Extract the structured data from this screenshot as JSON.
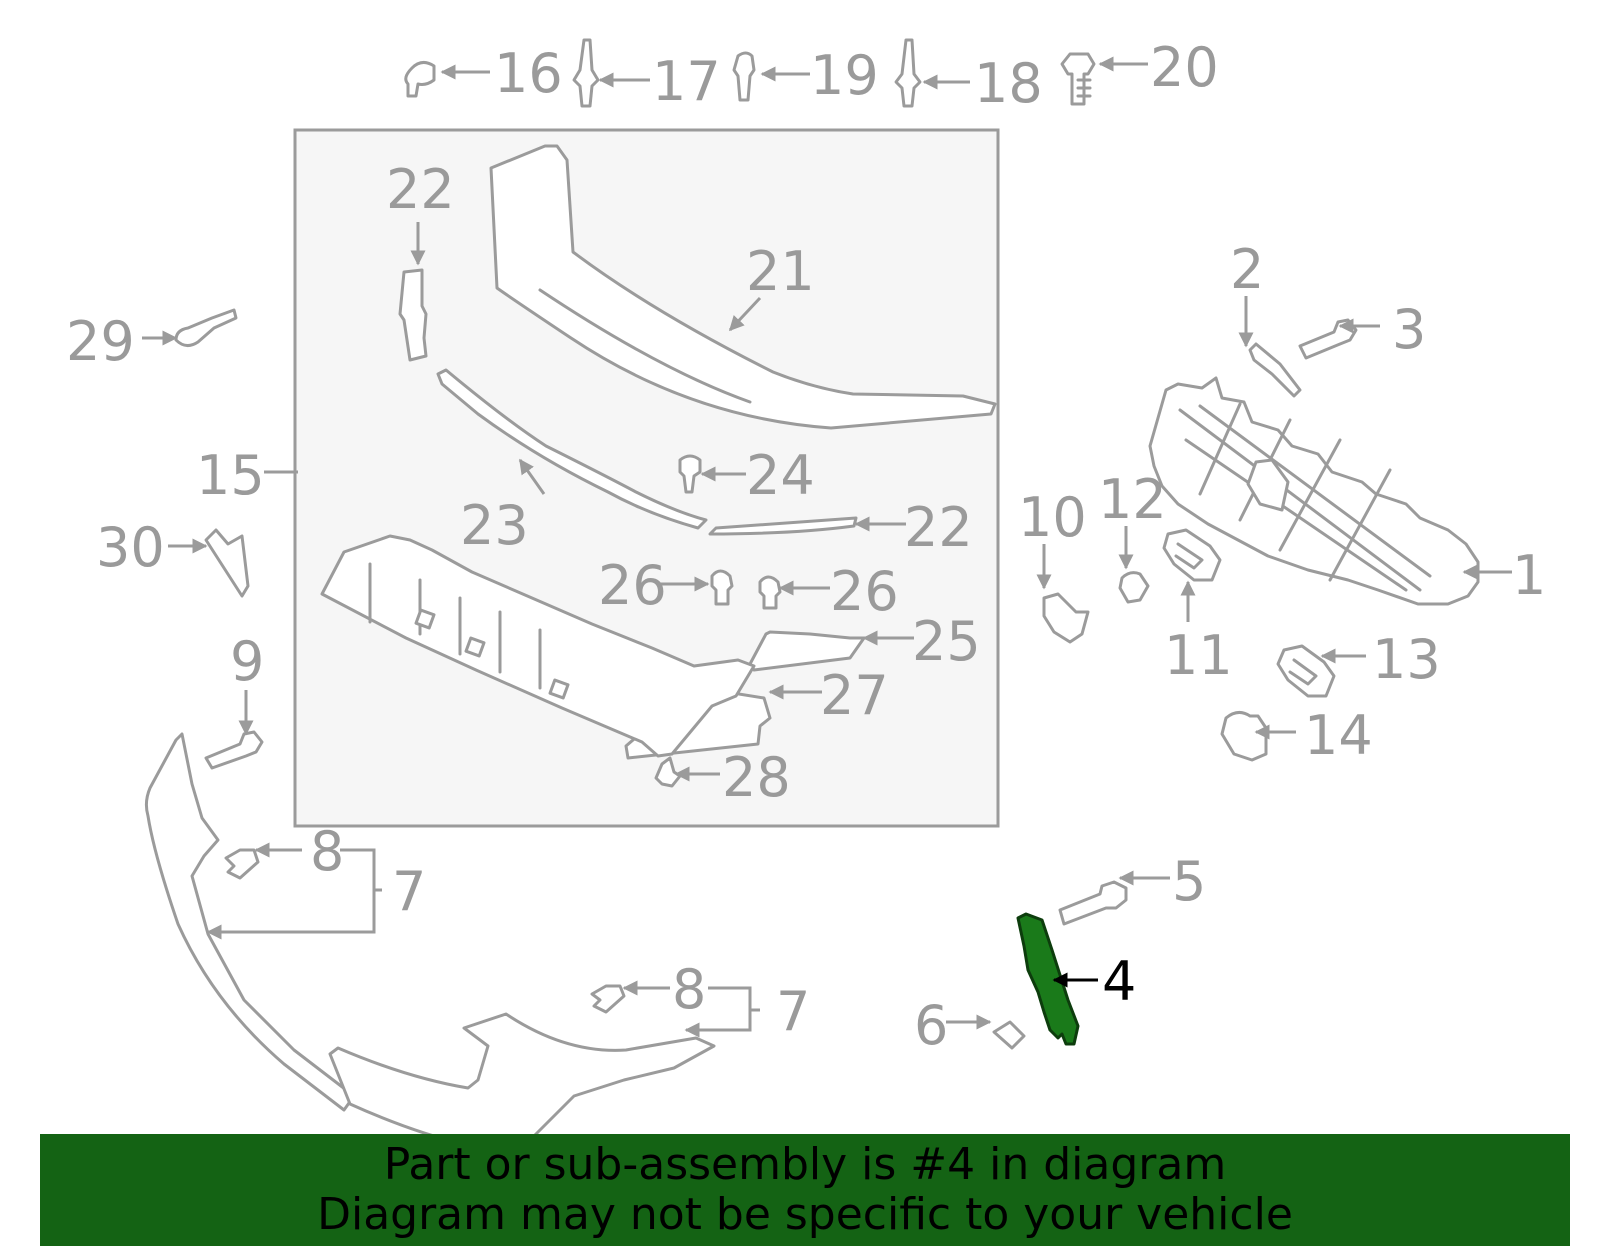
{
  "callouts": {
    "c1": "1",
    "c2": "2",
    "c3": "3",
    "c4": "4",
    "c5": "5",
    "c6": "6",
    "c7a": "7",
    "c7b": "7",
    "c8a": "8",
    "c8b": "8",
    "c9": "9",
    "c10": "10",
    "c11": "11",
    "c12": "12",
    "c13": "13",
    "c14": "14",
    "c15": "15",
    "c16": "16",
    "c17": "17",
    "c18": "18",
    "c19": "19",
    "c20": "20",
    "c21": "21",
    "c22a": "22",
    "c22b": "22",
    "c23": "23",
    "c24": "24",
    "c25": "25",
    "c26a": "26",
    "c26b": "26",
    "c27": "27",
    "c28": "28",
    "c29": "29",
    "c30": "30"
  },
  "highlighted_part": "4",
  "colors": {
    "highlight_fill": "#1a7a1a",
    "banner_background": "#146314",
    "line_art": "#9b9b9b",
    "subassembly_box": "#f6f6f6"
  },
  "banner": {
    "line1": "Part or sub-assembly is #4 in diagram",
    "line2": "Diagram may not be specific to your vehicle"
  }
}
